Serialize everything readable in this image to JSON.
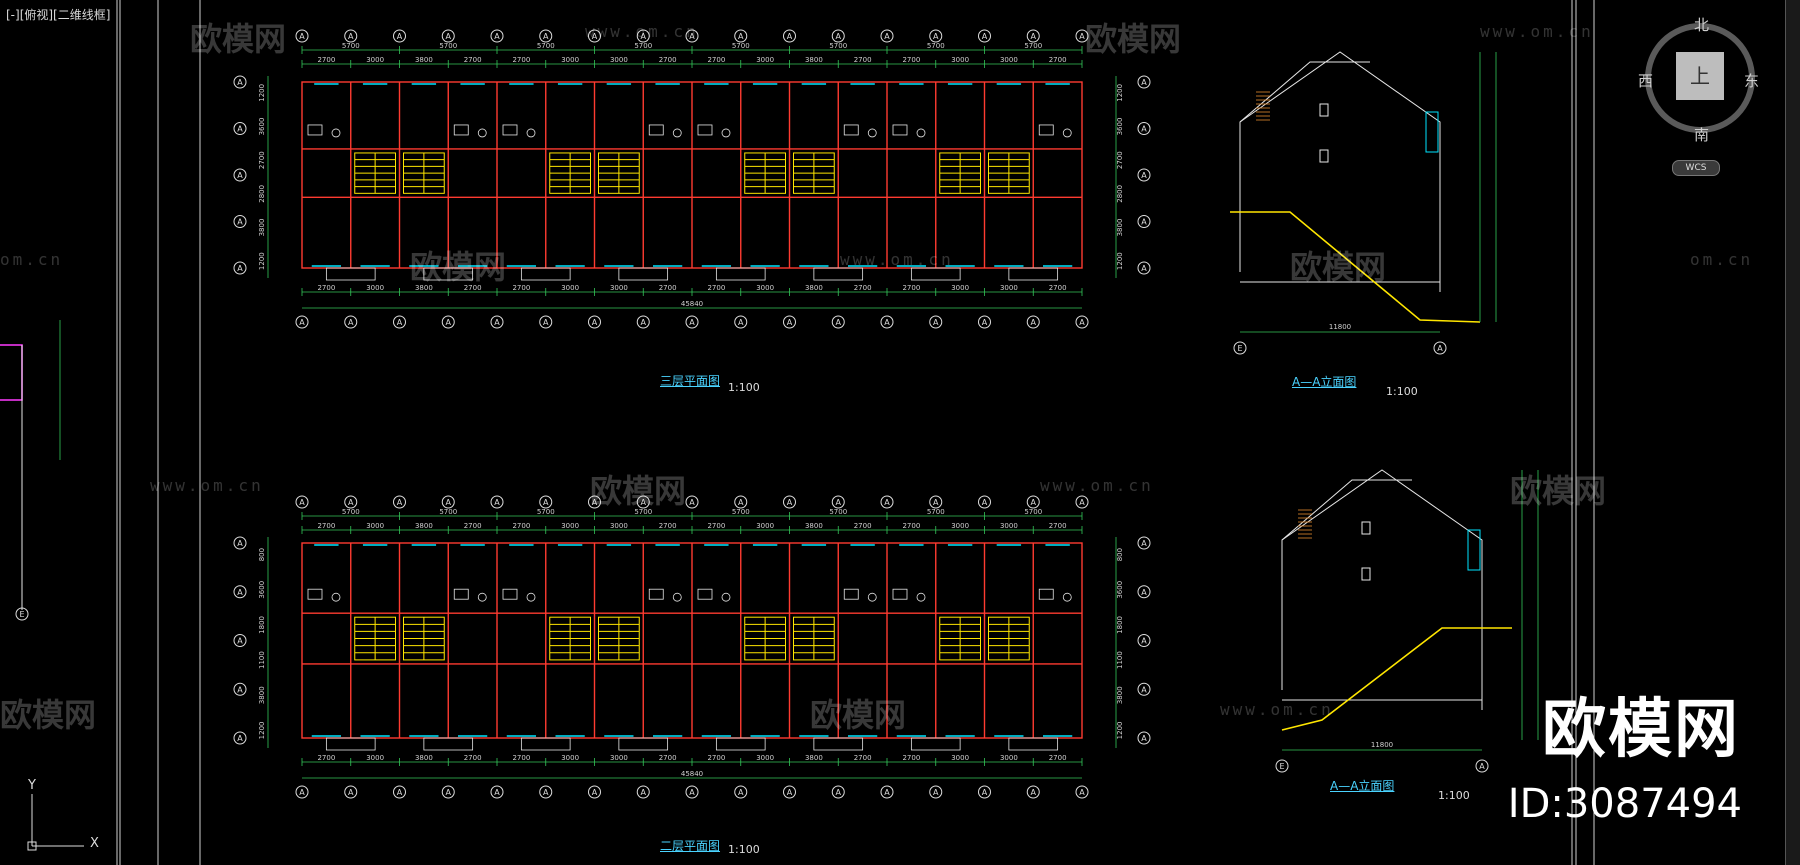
{
  "viewport": {
    "label": "[-][俯视][二维线框]"
  },
  "drawings": {
    "plan_upper": {
      "title": "三层平面图",
      "scale": "1:100",
      "total": "45840"
    },
    "plan_lower": {
      "title": "二层平面图",
      "scale": "1:100",
      "total": "45840"
    },
    "elev_upper": {
      "title": "A—A立面图",
      "scale": "1:100",
      "width": "11800"
    },
    "elev_lower": {
      "title": "A—A立面图",
      "scale": "1:100",
      "width": "11800"
    }
  },
  "dimensions": {
    "top_pairs": [
      "5700",
      "5700",
      "5700",
      "5700",
      "5700",
      "5700",
      "5700",
      "5700"
    ],
    "top_bays": [
      "2700",
      "3000",
      "3800",
      "2700",
      "2700",
      "3000",
      "3000",
      "2700",
      "2700",
      "3000",
      "3800",
      "2700",
      "2700",
      "3000",
      "3000",
      "2700"
    ],
    "lower_bays": [
      "2700",
      "3000",
      "3800",
      "2700",
      "2700",
      "3000",
      "3000",
      "2700",
      "2700",
      "3000",
      "3800",
      "2700",
      "2700",
      "3000",
      "3000",
      "2700"
    ],
    "side_upper": [
      "1200",
      "3600",
      "2700",
      "2800",
      "3800",
      "1200"
    ],
    "side_lower": [
      "800",
      "3600",
      "1800",
      "1100",
      "3800",
      "1200"
    ]
  },
  "grid_labels": {
    "axis_a": "A",
    "axis_e": "E"
  },
  "viewcube": {
    "north": "北",
    "south": "南",
    "west": "西",
    "east": "东",
    "top": "上",
    "wcs": "WCS"
  },
  "ucs": {
    "y": "Y",
    "x": "X"
  },
  "watermark": {
    "brand": "欧模网",
    "url": "www.om.cn",
    "url_partial": "om.cn",
    "id": "ID:3087494"
  },
  "colors": {
    "wall": "#ff3b30",
    "dim": "#34c759",
    "stair": "#ffe600",
    "glass": "#00e5ff",
    "title": "#4ad3ff"
  }
}
